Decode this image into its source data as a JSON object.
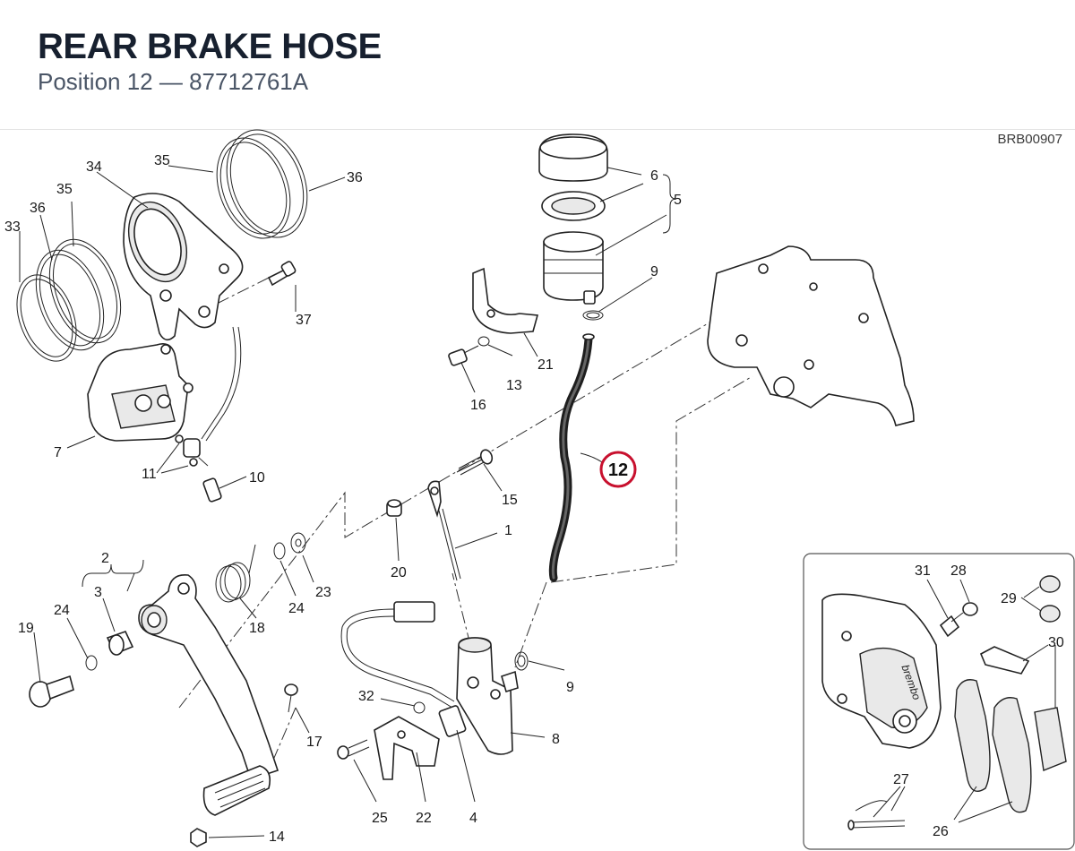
{
  "header": {
    "title": "REAR BRAKE HOSE",
    "subtitle": "Position 12 — 87712761A"
  },
  "diagram": {
    "code": "BRB00907",
    "highlight": {
      "label": "12",
      "color": "#c8102e"
    },
    "labels": {
      "p1": "1",
      "p2": "2",
      "p3": "3",
      "p4": "4",
      "p5": "5",
      "p6": "6",
      "p7": "7",
      "p8": "8",
      "p9a": "9",
      "p9b": "9",
      "p10": "10",
      "p11": "11",
      "p13": "13",
      "p14": "14",
      "p15": "15",
      "p16": "16",
      "p17": "17",
      "p18": "18",
      "p19": "19",
      "p20": "20",
      "p21": "21",
      "p22": "22",
      "p23": "23",
      "p24a": "24",
      "p24b": "24",
      "p25": "25",
      "p26": "26",
      "p27": "27",
      "p28": "28",
      "p29": "29",
      "p30": "30",
      "p31": "31",
      "p32": "32",
      "p33": "33",
      "p34": "34",
      "p35a": "35",
      "p35b": "35",
      "p36a": "36",
      "p36b": "36",
      "p37": "37"
    },
    "caliper_text": "brembo"
  }
}
